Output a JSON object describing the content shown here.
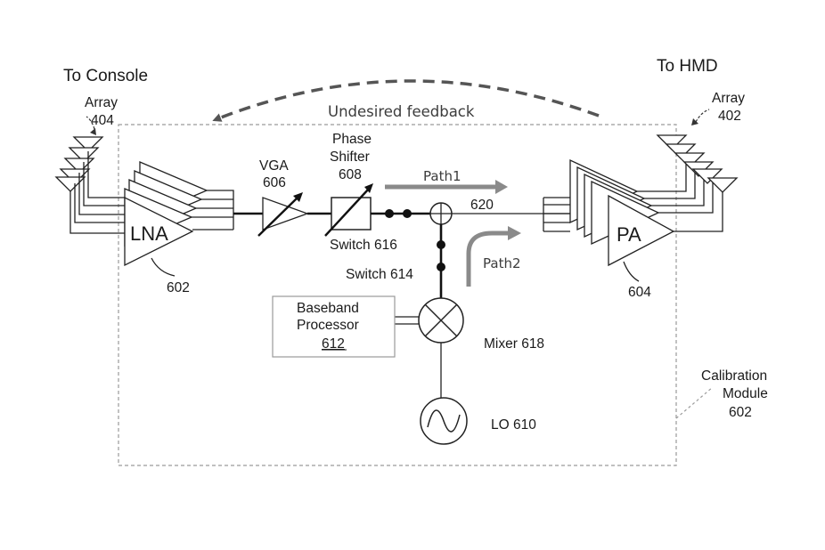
{
  "header": {
    "to_console": "To Console",
    "to_hmd": "To HMD"
  },
  "arrays": {
    "left": {
      "line1": "Array",
      "line2": "404"
    },
    "right": {
      "line1": "Array",
      "line2": "402"
    }
  },
  "feedback": {
    "label": "Undesired feedback"
  },
  "lna": {
    "label": "LNA",
    "ref": "602"
  },
  "pa": {
    "label": "PA",
    "ref": "604"
  },
  "vga": {
    "line1": "VGA",
    "line2": "606"
  },
  "phase_shifter": {
    "line1": "Phase",
    "line2": "Shifter",
    "line3": "608"
  },
  "paths": {
    "path1": "Path1",
    "path2": "Path2"
  },
  "combiner": {
    "ref": "620"
  },
  "switches": {
    "s616": "Switch 616",
    "s614": "Switch 614"
  },
  "baseband": {
    "line1": "Baseband",
    "line2": "Processor",
    "line3": "612"
  },
  "mixer": {
    "label": "Mixer 618"
  },
  "lo": {
    "label": "LO 610"
  },
  "calibration": {
    "line1": "Calibration",
    "line2": "Module",
    "line3": "602"
  },
  "colors": {
    "arrow_gray": "#8a8a8a",
    "feedback_dash": "#555555",
    "line": "#222222"
  }
}
